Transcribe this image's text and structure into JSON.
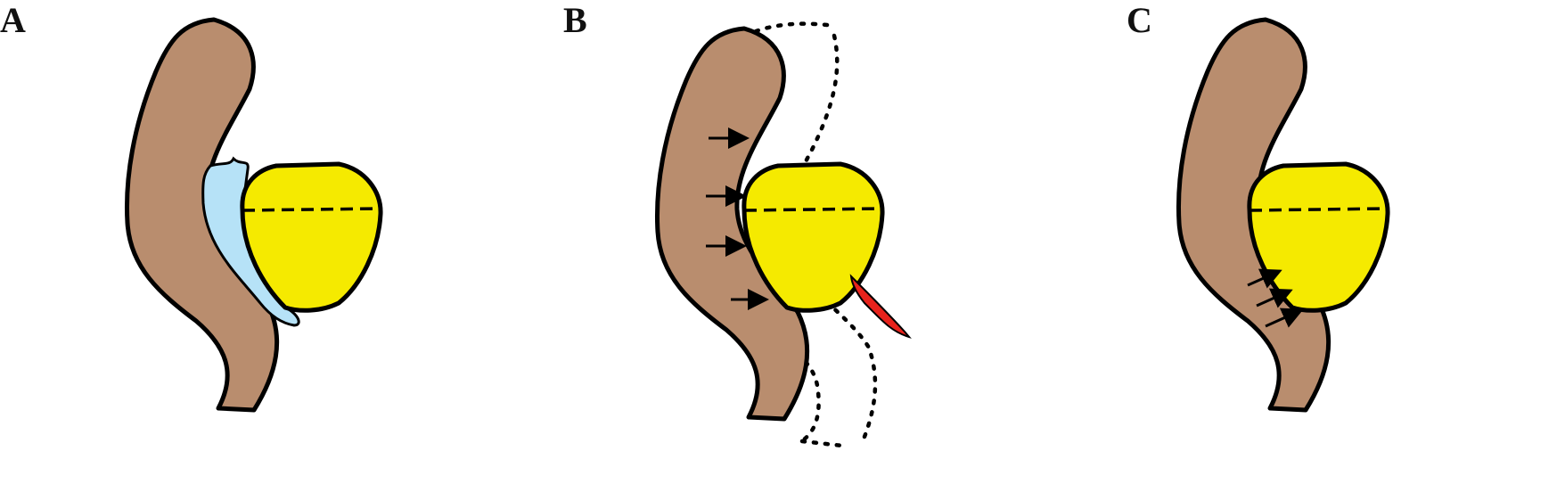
{
  "panels": [
    {
      "label": "A",
      "feature": "blue-fluid-layer"
    },
    {
      "label": "B",
      "feature": "rectum-displacement-with-red-region"
    },
    {
      "label": "C",
      "feature": "rectum-in-contact-with-arrows"
    }
  ],
  "colors": {
    "rectum": "#b98d6e",
    "prostate": "#f5ea00",
    "fluid": "#b6e2f7",
    "contact": "#e8231c",
    "outline": "#000000"
  }
}
